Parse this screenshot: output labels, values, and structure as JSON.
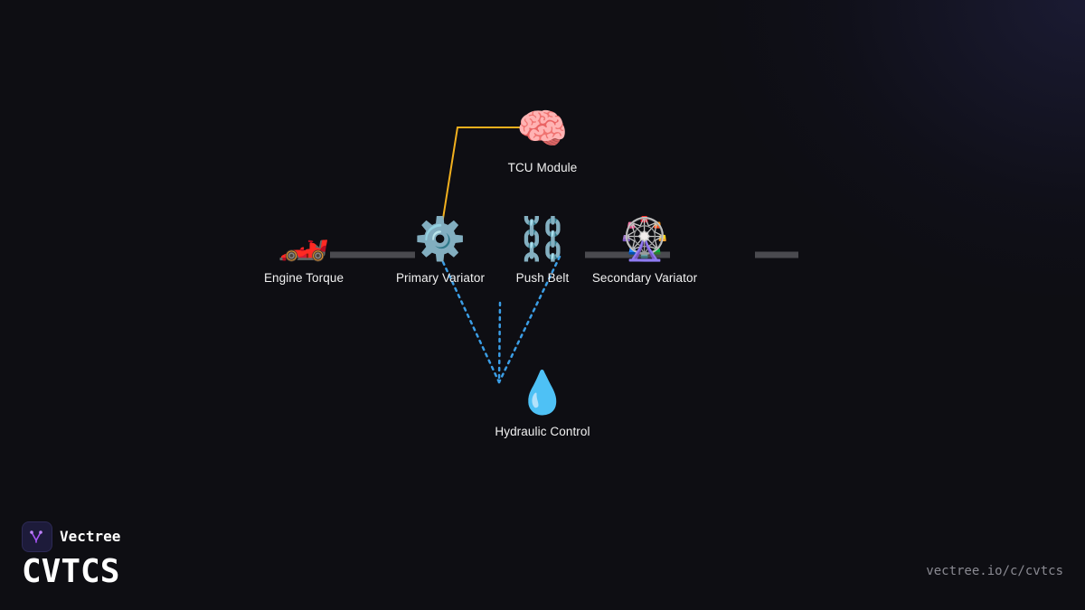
{
  "brand": {
    "name": "Vectree"
  },
  "title": "CVTCS",
  "url": "vectree.io/c/cvtcs",
  "colors": {
    "background": "#0e0e13",
    "mechanical_link": "#4a4a4f",
    "signal_link": "#f2b01e",
    "hydraulic_link": "#3b9ee6",
    "logo_bg": "#1d1b3a",
    "logo_accent": "#a855f7"
  },
  "nodes": [
    {
      "id": "engine-torque",
      "label": "Engine Torque",
      "icon": "race-car-icon",
      "emoji": "🏎️"
    },
    {
      "id": "primary-variator",
      "label": "Primary Variator",
      "icon": "gear-icon",
      "emoji": "⚙️"
    },
    {
      "id": "push-belt",
      "label": "Push Belt",
      "icon": "chain-icon",
      "emoji": "⛓️"
    },
    {
      "id": "secondary-variator",
      "label": "Secondary Variator",
      "icon": "ferris-wheel-icon",
      "emoji": "🎡"
    },
    {
      "id": "tcu-module",
      "label": "TCU Module",
      "icon": "brain-icon",
      "emoji": "🧠"
    },
    {
      "id": "hydraulic-control",
      "label": "Hydraulic Control",
      "icon": "droplet-icon",
      "emoji": "💧"
    }
  ],
  "edges": [
    {
      "from": "engine-torque",
      "to": "primary-variator",
      "kind": "mechanical"
    },
    {
      "from": "push-belt",
      "to": "secondary-variator",
      "kind": "mechanical"
    },
    {
      "from": "secondary-variator",
      "to": "output",
      "kind": "mechanical"
    },
    {
      "from": "primary-variator",
      "to": "tcu-module",
      "kind": "signal"
    },
    {
      "from": "primary-variator",
      "to": "hydraulic-control",
      "kind": "hydraulic"
    },
    {
      "from": "push-belt",
      "to": "hydraulic-control",
      "kind": "hydraulic"
    },
    {
      "from": "push-belt",
      "to": "hydraulic-control",
      "kind": "hydraulic"
    }
  ]
}
